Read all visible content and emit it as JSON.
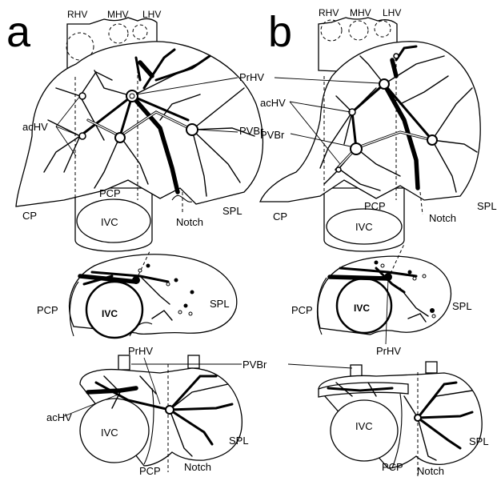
{
  "panels": {
    "a": {
      "letter": "a",
      "top": {
        "rhv": "RHV",
        "mhv": "MHV",
        "lhv": "LHV",
        "prhv": "PrHV",
        "achv": "acHV",
        "pvbr": "PVBr",
        "cp": "CP",
        "pcp": "PCP",
        "ivc": "IVC",
        "spl": "SPL",
        "notch": "Notch"
      },
      "middle": {
        "pcp": "PCP",
        "ivc": "IVC",
        "spl": "SPL"
      },
      "bottom": {
        "prhv": "PrHV",
        "achv": "acHV",
        "ivc": "IVC",
        "spl": "SPL",
        "pcp": "PCP",
        "notch": "Notch"
      }
    },
    "b": {
      "letter": "b",
      "top": {
        "rhv": "RHV",
        "mhv": "MHV",
        "lhv": "LHV",
        "achv": "acHV",
        "pvbr": "PVBr",
        "cp": "CP",
        "pcp": "PCP",
        "ivc": "IVC",
        "spl": "SPL",
        "notch": "Notch"
      },
      "middle": {
        "pcp": "PCP",
        "ivc": "IVC",
        "spl": "SPL"
      },
      "bottom": {
        "prhv": "PrHV",
        "pvbr": "PVBr",
        "ivc": "IVC",
        "spl": "SPL",
        "pcp": "PCP",
        "notch": "Notch"
      }
    }
  },
  "colors": {
    "ink": "#000000",
    "paper": "#ffffff"
  }
}
